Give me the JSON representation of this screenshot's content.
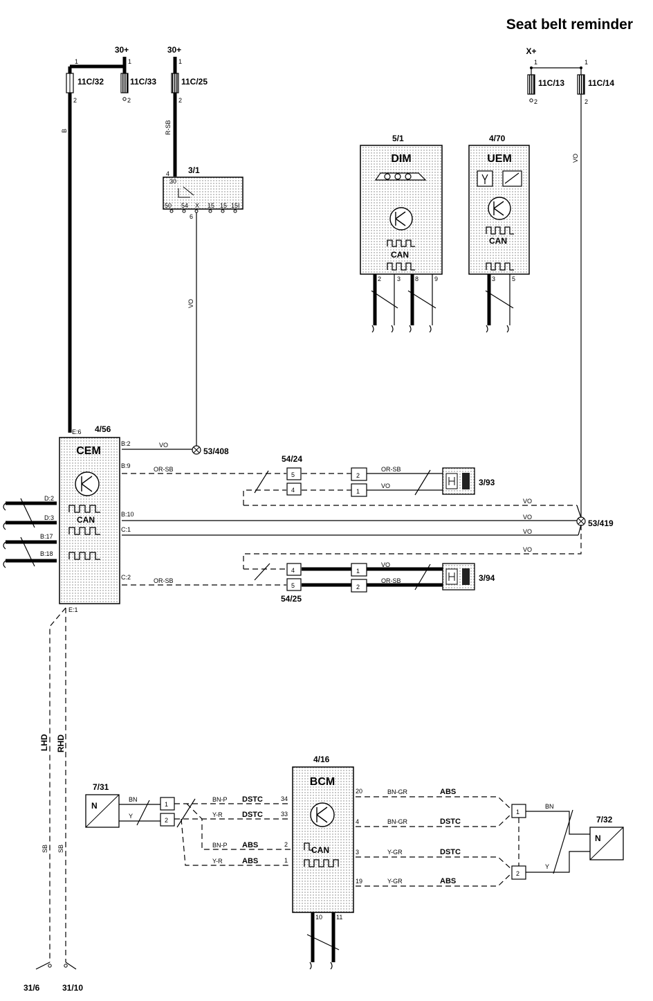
{
  "title": "Seat belt reminder",
  "supplies": {
    "s1": "30+",
    "s2": "30+",
    "s3": "X+"
  },
  "fuses": {
    "f1": "11C/32",
    "f2": "11C/33",
    "f3": "11C/25",
    "f4": "11C/13",
    "f5": "11C/14"
  },
  "modules": {
    "cem": {
      "id": "4/56",
      "name": "CEM",
      "can": "CAN"
    },
    "dim": {
      "id": "5/1",
      "name": "DIM",
      "can": "CAN"
    },
    "uem": {
      "id": "4/70",
      "name": "UEM",
      "can": "CAN"
    },
    "bcm": {
      "id": "4/16",
      "name": "BCM",
      "can": "CAN"
    },
    "ign": {
      "id": "3/1"
    }
  },
  "components": {
    "c393": "3/93",
    "c394": "3/94",
    "c5424": "54/24",
    "c5425": "54/25",
    "s731": "7/31",
    "s732": "7/32"
  },
  "nodes": {
    "n408": "53/408",
    "n419": "53/419"
  },
  "grounds": {
    "g1": "31/6",
    "g2": "31/10"
  },
  "cem_pins": {
    "e6": "E:6",
    "b2": "B:2",
    "b9": "B:9",
    "b10": "B:10",
    "c1": "C:1",
    "c2": "C:2",
    "d2": "D:2",
    "d3": "D:3",
    "b17": "B:17",
    "b18": "B:18",
    "e1": "E:1"
  },
  "ign_pins": {
    "p30": "30",
    "p50": "50",
    "p54": "54",
    "pX": "X",
    "p15": "15",
    "p15i": "15I",
    "p4": "4",
    "p6": "6"
  },
  "wire_colors": {
    "vo": "VO",
    "orsb": "OR-SB",
    "rsb": "R-SB",
    "b": "B",
    "sb": "SB",
    "bn": "BN",
    "y": "Y",
    "bnp": "BN-P",
    "yr": "Y-R",
    "bngr": "BN-GR",
    "ygr": "Y-GR"
  },
  "variants": {
    "lhd": "LHD",
    "rhd": "RHD"
  },
  "signals": {
    "dstc": "DSTC",
    "abs": "ABS"
  },
  "numbers": {
    "n1": "1",
    "n2": "2",
    "n3": "3",
    "n4": "4",
    "n5": "5",
    "n6": "6",
    "n8": "8",
    "n9": "9",
    "n10": "10",
    "n11": "11",
    "n19": "19",
    "n20": "20",
    "n33": "33",
    "n34": "34"
  },
  "symbols": {
    "sensor_letter": "N"
  },
  "icons": [
    "transistor-icon",
    "can-signal-icon",
    "fuse-icon",
    "ground-icon",
    "seatbelt-switch-icon",
    "splice-icon",
    "buckle-sensor-icon"
  ]
}
